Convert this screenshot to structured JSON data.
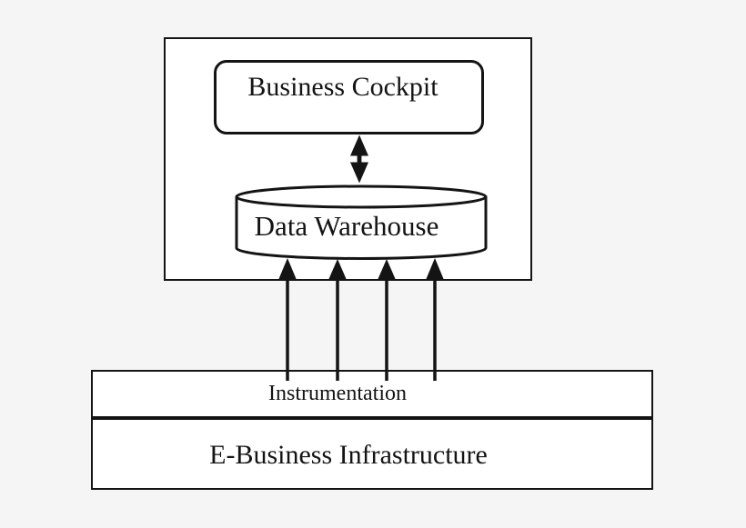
{
  "colors": {
    "background": "#f5f5f5",
    "line": "#141414",
    "fill": "#ffffff",
    "text": "#141414"
  },
  "diagram": {
    "cockpit": {
      "label": "Business Cockpit"
    },
    "warehouse": {
      "label": "Data Warehouse"
    },
    "instrumentation": {
      "label": "Instrumentation"
    },
    "ebusiness": {
      "label": "E-Business Infrastructure"
    },
    "connections": {
      "cockpit_warehouse": "bidirectional",
      "infrastructure_to_warehouse_arrows": 4
    }
  }
}
